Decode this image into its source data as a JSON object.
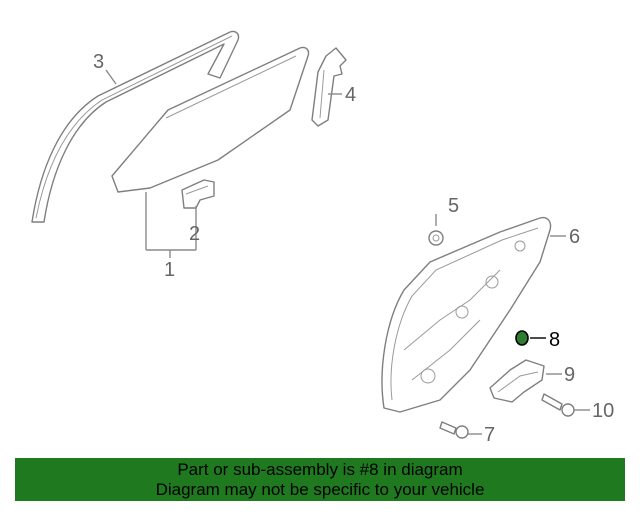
{
  "callouts": {
    "c1": "1",
    "c2": "2",
    "c3": "3",
    "c4": "4",
    "c5": "5",
    "c6": "6",
    "c7": "7",
    "c8": "8",
    "c9": "9",
    "c10": "10"
  },
  "banner": {
    "line1": "Part or sub-assembly is #8 in diagram",
    "line2": "Diagram may not be specific to your vehicle"
  },
  "colors": {
    "banner_bg": "#1f7a1f",
    "highlight_part": "#2e7d32",
    "line_art": "#7f7f7f"
  }
}
